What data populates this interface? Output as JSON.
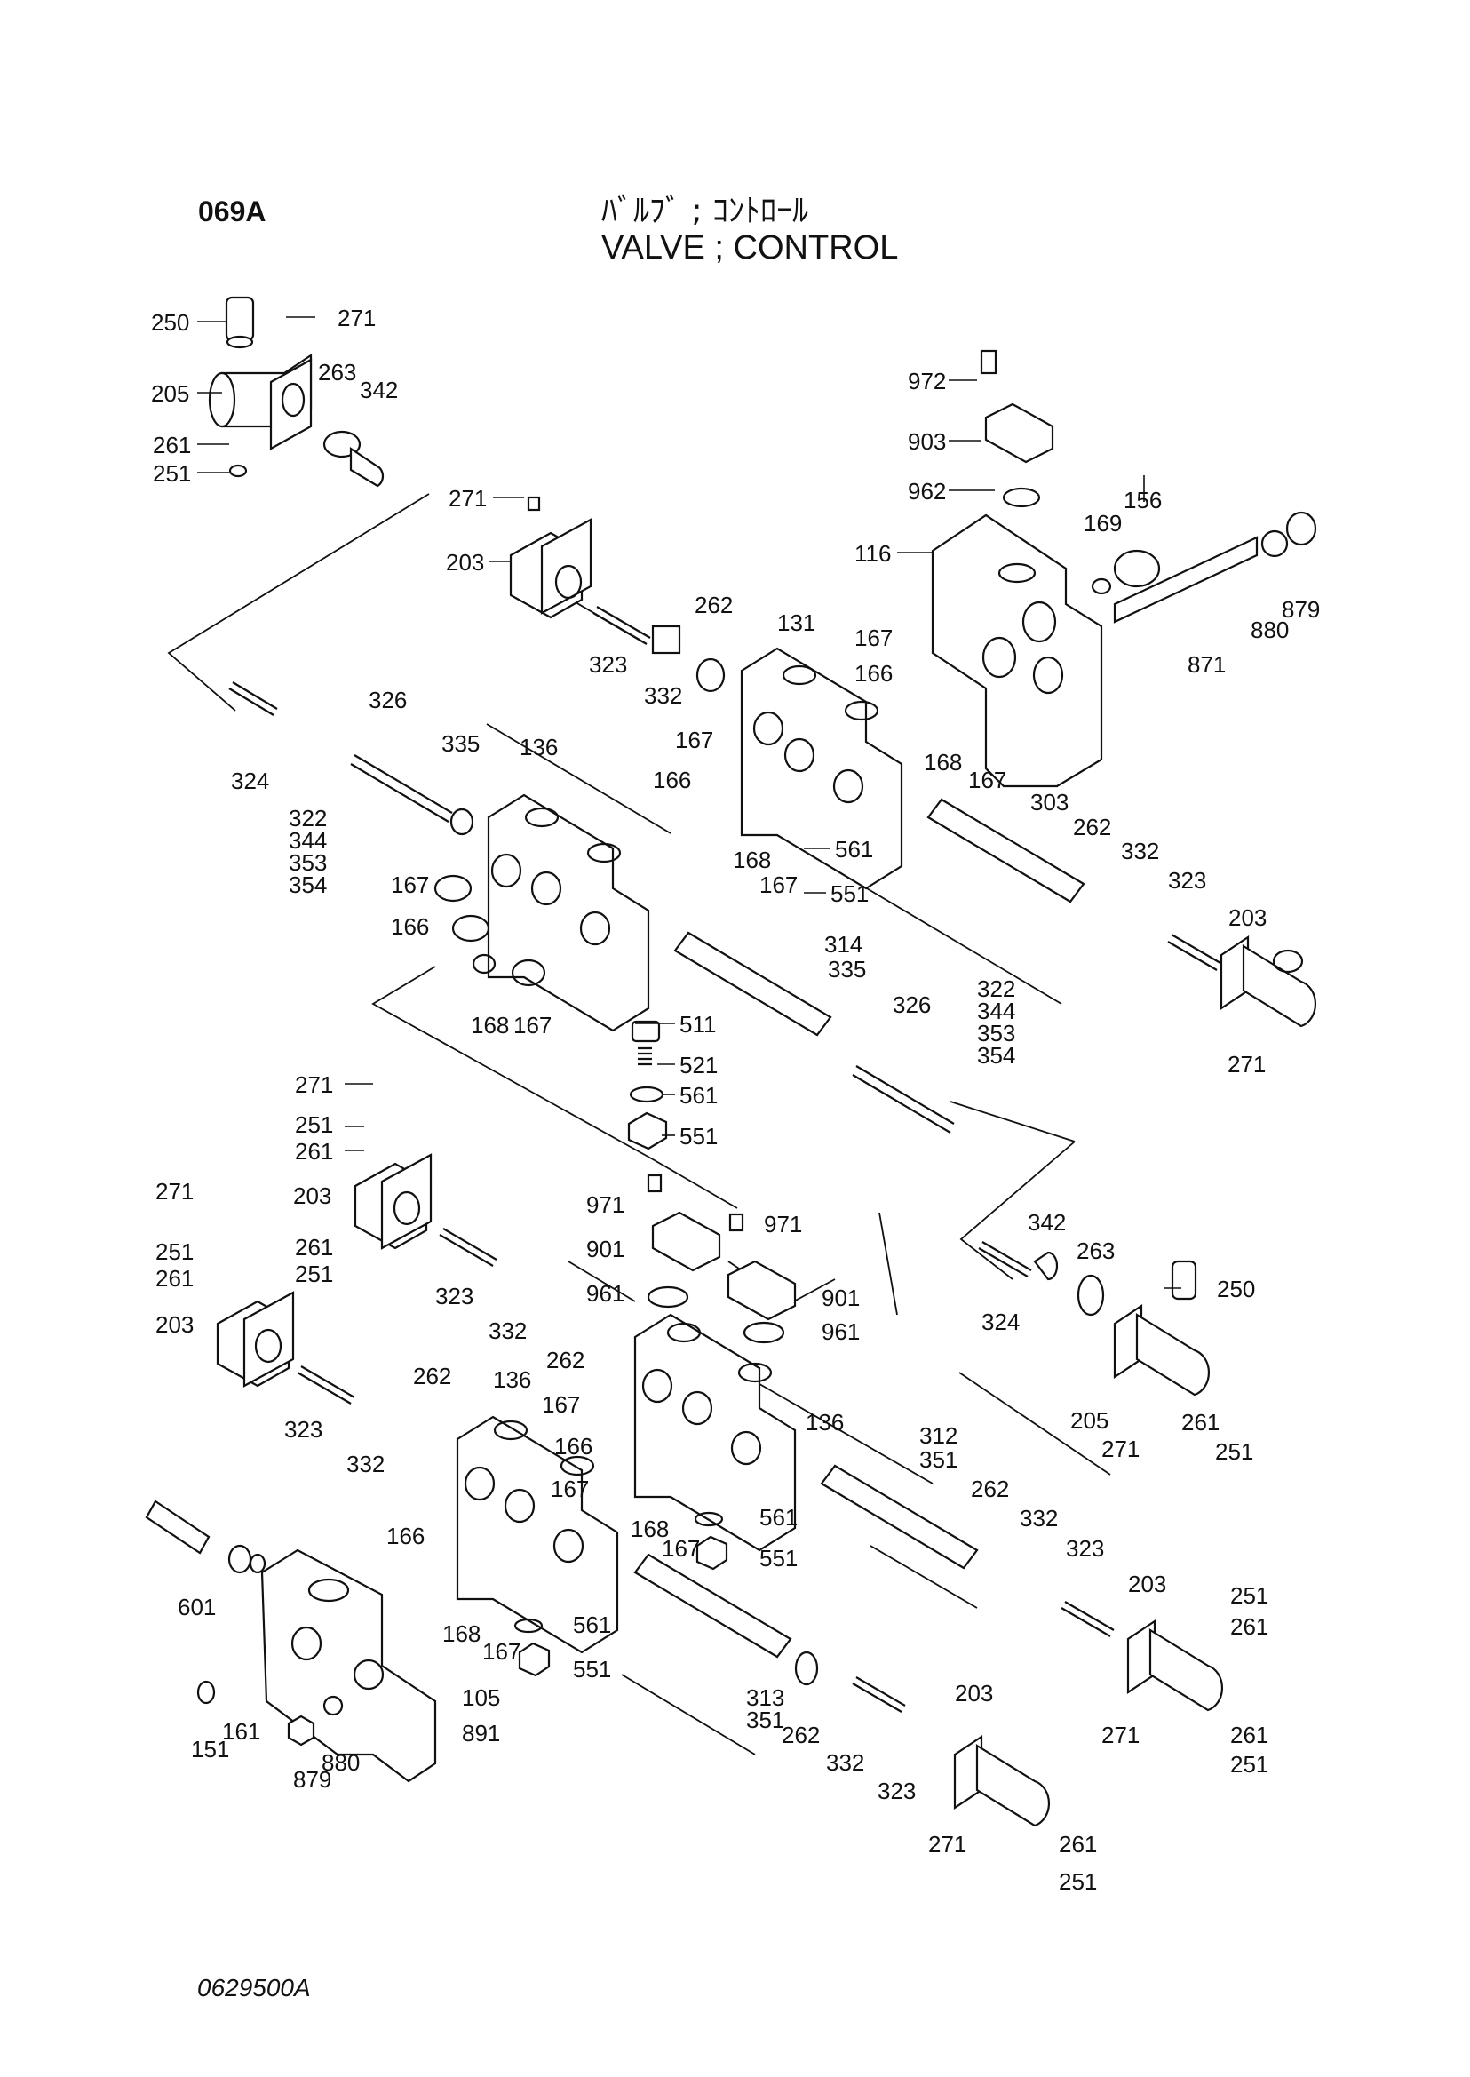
{
  "header": {
    "group_code": "069A",
    "title_jp": "ﾊﾞﾙﾌﾞ ; ｺﾝﾄﾛｰﾙ",
    "title_en": "VALVE ; CONTROL"
  },
  "footer": {
    "drawing_number": "0629500A"
  },
  "callouts": [
    {
      "id": "c01",
      "text": "250"
    },
    {
      "id": "c02",
      "text": "271"
    },
    {
      "id": "c03",
      "text": "205"
    },
    {
      "id": "c04",
      "text": "263"
    },
    {
      "id": "c05",
      "text": "342"
    },
    {
      "id": "c06",
      "text": "261"
    },
    {
      "id": "c07",
      "text": "251"
    },
    {
      "id": "c08",
      "text": "972"
    },
    {
      "id": "c09",
      "text": "903"
    },
    {
      "id": "c10",
      "text": "962"
    },
    {
      "id": "c11",
      "text": "271"
    },
    {
      "id": "c12",
      "text": "156"
    },
    {
      "id": "c13",
      "text": "169"
    },
    {
      "id": "c14",
      "text": "116"
    },
    {
      "id": "c15",
      "text": "203"
    },
    {
      "id": "c16",
      "text": "879"
    },
    {
      "id": "c17",
      "text": "880"
    },
    {
      "id": "c18",
      "text": "262"
    },
    {
      "id": "c19",
      "text": "131"
    },
    {
      "id": "c20",
      "text": "167"
    },
    {
      "id": "c21",
      "text": "323"
    },
    {
      "id": "c22",
      "text": "166"
    },
    {
      "id": "c23",
      "text": "871"
    },
    {
      "id": "c24",
      "text": "332"
    },
    {
      "id": "c25",
      "text": "326"
    },
    {
      "id": "c26",
      "text": "168"
    },
    {
      "id": "c27",
      "text": "167"
    },
    {
      "id": "c28",
      "text": "335"
    },
    {
      "id": "c29",
      "text": "136"
    },
    {
      "id": "c30",
      "text": "167"
    },
    {
      "id": "c31",
      "text": "324"
    },
    {
      "id": "c32",
      "text": "166"
    },
    {
      "id": "c33",
      "text": "322"
    },
    {
      "id": "c34",
      "text": "344"
    },
    {
      "id": "c35",
      "text": "353"
    },
    {
      "id": "c36",
      "text": "354"
    },
    {
      "id": "c37",
      "text": "303"
    },
    {
      "id": "c38",
      "text": "168"
    },
    {
      "id": "c39",
      "text": "561"
    },
    {
      "id": "c40",
      "text": "262"
    },
    {
      "id": "c41",
      "text": "332"
    },
    {
      "id": "c42",
      "text": "167"
    },
    {
      "id": "c43",
      "text": "551"
    },
    {
      "id": "c44",
      "text": "323"
    },
    {
      "id": "c45",
      "text": "167"
    },
    {
      "id": "c46",
      "text": "203"
    },
    {
      "id": "c47",
      "text": "166"
    },
    {
      "id": "c48",
      "text": "314"
    },
    {
      "id": "c49",
      "text": "335"
    },
    {
      "id": "c50",
      "text": "168"
    },
    {
      "id": "c51",
      "text": "167"
    },
    {
      "id": "c52",
      "text": "511"
    },
    {
      "id": "c53",
      "text": "326"
    },
    {
      "id": "c54",
      "text": "322"
    },
    {
      "id": "c55",
      "text": "344"
    },
    {
      "id": "c56",
      "text": "353"
    },
    {
      "id": "c57",
      "text": "354"
    },
    {
      "id": "c58",
      "text": "271"
    },
    {
      "id": "c59",
      "text": "521"
    },
    {
      "id": "c60",
      "text": "561"
    },
    {
      "id": "c61",
      "text": "551"
    },
    {
      "id": "c62",
      "text": "271"
    },
    {
      "id": "c63",
      "text": "251"
    },
    {
      "id": "c64",
      "text": "261"
    },
    {
      "id": "c65",
      "text": "203"
    },
    {
      "id": "c66",
      "text": "271"
    },
    {
      "id": "c67",
      "text": "971"
    },
    {
      "id": "c68",
      "text": "971"
    },
    {
      "id": "c69",
      "text": "251"
    },
    {
      "id": "c70",
      "text": "261"
    },
    {
      "id": "c71",
      "text": "261"
    },
    {
      "id": "c72",
      "text": "251"
    },
    {
      "id": "c73",
      "text": "901"
    },
    {
      "id": "c74",
      "text": "342"
    },
    {
      "id": "c75",
      "text": "203"
    },
    {
      "id": "c76",
      "text": "323"
    },
    {
      "id": "c77",
      "text": "961"
    },
    {
      "id": "c78",
      "text": "901"
    },
    {
      "id": "c79",
      "text": "263"
    },
    {
      "id": "c80",
      "text": "332"
    },
    {
      "id": "c81",
      "text": "250"
    },
    {
      "id": "c82",
      "text": "262"
    },
    {
      "id": "c83",
      "text": "961"
    },
    {
      "id": "c84",
      "text": "324"
    },
    {
      "id": "c85",
      "text": "262"
    },
    {
      "id": "c86",
      "text": "136"
    },
    {
      "id": "c87",
      "text": "167"
    },
    {
      "id": "c88",
      "text": "205"
    },
    {
      "id": "c89",
      "text": "323"
    },
    {
      "id": "c90",
      "text": "136"
    },
    {
      "id": "c91",
      "text": "261"
    },
    {
      "id": "c92",
      "text": "332"
    },
    {
      "id": "c93",
      "text": "166"
    },
    {
      "id": "c94",
      "text": "271"
    },
    {
      "id": "c95",
      "text": "251"
    },
    {
      "id": "c96",
      "text": "312"
    },
    {
      "id": "c97",
      "text": "351"
    },
    {
      "id": "c98",
      "text": "167"
    },
    {
      "id": "c99",
      "text": "262"
    },
    {
      "id": "c100",
      "text": "168"
    },
    {
      "id": "c101",
      "text": "561"
    },
    {
      "id": "c102",
      "text": "332"
    },
    {
      "id": "c103",
      "text": "166"
    },
    {
      "id": "c104",
      "text": "167"
    },
    {
      "id": "c105",
      "text": "551"
    },
    {
      "id": "c106",
      "text": "323"
    },
    {
      "id": "c107",
      "text": "601"
    },
    {
      "id": "c108",
      "text": "203"
    },
    {
      "id": "c109",
      "text": "251"
    },
    {
      "id": "c110",
      "text": "168"
    },
    {
      "id": "c111",
      "text": "561"
    },
    {
      "id": "c112",
      "text": "261"
    },
    {
      "id": "c113",
      "text": "167"
    },
    {
      "id": "c114",
      "text": "551"
    },
    {
      "id": "c115",
      "text": "313"
    },
    {
      "id": "c116",
      "text": "351"
    },
    {
      "id": "c117",
      "text": "105"
    },
    {
      "id": "c118",
      "text": "891"
    },
    {
      "id": "c119",
      "text": "271"
    },
    {
      "id": "c120",
      "text": "151"
    },
    {
      "id": "c121",
      "text": "161"
    },
    {
      "id": "c122",
      "text": "262"
    },
    {
      "id": "c123",
      "text": "332"
    },
    {
      "id": "c124",
      "text": "261"
    },
    {
      "id": "c125",
      "text": "880"
    },
    {
      "id": "c126",
      "text": "203"
    },
    {
      "id": "c127",
      "text": "251"
    },
    {
      "id": "c128",
      "text": "879"
    },
    {
      "id": "c129",
      "text": "323"
    },
    {
      "id": "c130",
      "text": "271"
    },
    {
      "id": "c131",
      "text": "261"
    },
    {
      "id": "c132",
      "text": "251"
    }
  ]
}
